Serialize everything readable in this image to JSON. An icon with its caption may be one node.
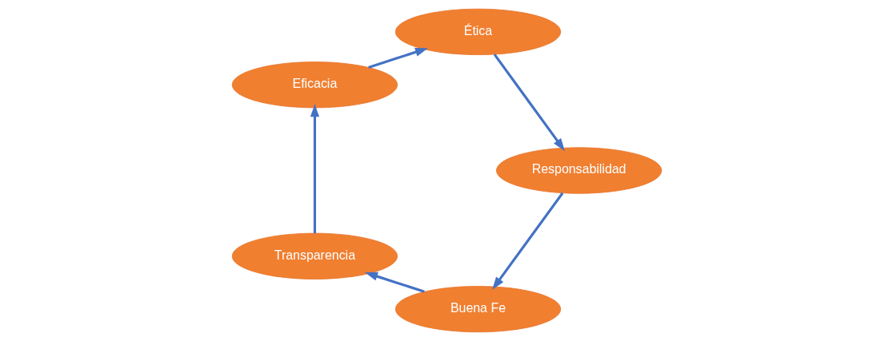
{
  "diagram": {
    "nodes": [
      {
        "text": [
          "Buena Fe"
        ]
      },
      {
        "text": [
          "Transparencia"
        ]
      },
      {
        "text": [
          "Eficacia"
        ]
      },
      {
        "text": [
          "Ética"
        ]
      },
      {
        "text": [
          "Responsabilidad"
        ]
      }
    ],
    "edges": [
      {
        "from": 0,
        "to": 1,
        "arrow": "to"
      },
      {
        "from": 1,
        "to": 2,
        "arrow": "to"
      },
      {
        "from": 2,
        "to": 3,
        "arrow": "to"
      },
      {
        "from": 3,
        "to": 4,
        "arrow": "to"
      },
      {
        "from": 4,
        "to": 0,
        "arrow": "to"
      }
    ]
  }
}
